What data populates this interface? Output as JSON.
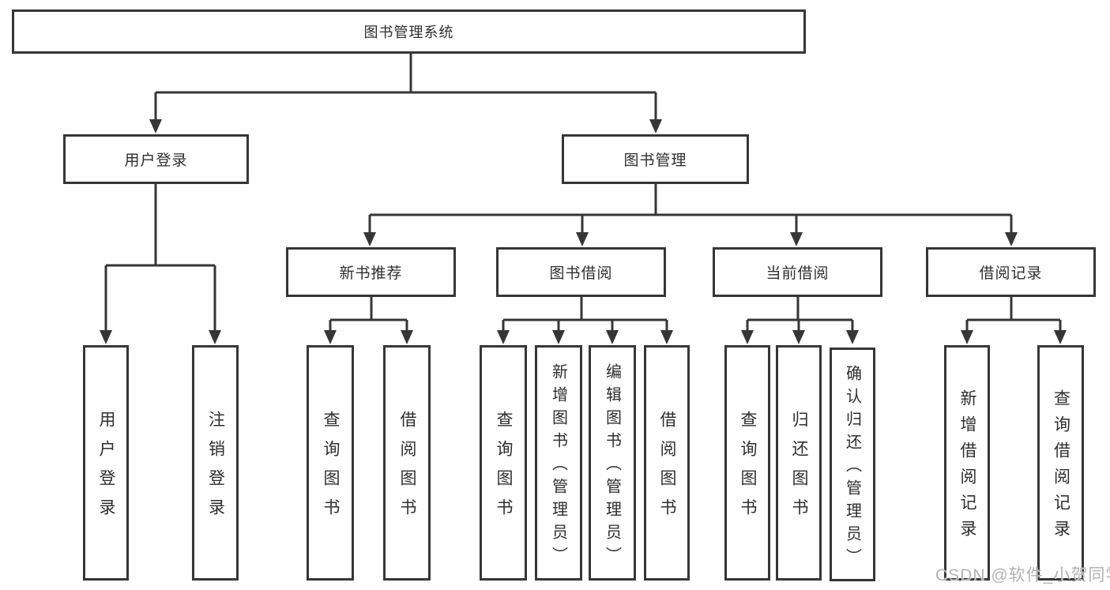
{
  "page": {
    "background": "#ffffff",
    "line_color": "#363636",
    "watermark_color": "#b3b3b3"
  },
  "tree": {
    "root": {
      "label": "图书管理系统"
    },
    "user_login": {
      "label": "用户登录",
      "children": [
        {
          "label": "用户登录"
        },
        {
          "label": "注销登录"
        }
      ]
    },
    "book_mgmt": {
      "label": "图书管理",
      "sections": [
        {
          "label": "新书推荐",
          "children": [
            {
              "label": "查询图书"
            },
            {
              "label": "借阅图书"
            }
          ]
        },
        {
          "label": "图书借阅",
          "children": [
            {
              "label": "查询图书"
            },
            {
              "label": "新增图书（管理员）"
            },
            {
              "label": "编辑图书（管理员）"
            },
            {
              "label": "借阅图书"
            }
          ]
        },
        {
          "label": "当前借阅",
          "children": [
            {
              "label": "查询图书"
            },
            {
              "label": "归还图书"
            },
            {
              "label": "确认归还（管理员）"
            }
          ]
        },
        {
          "label": "借阅记录",
          "children": [
            {
              "label": "新增借阅记录"
            },
            {
              "label": "查询借阅记录"
            }
          ]
        }
      ]
    }
  },
  "watermark": "CSDN @软件_小贺同学"
}
